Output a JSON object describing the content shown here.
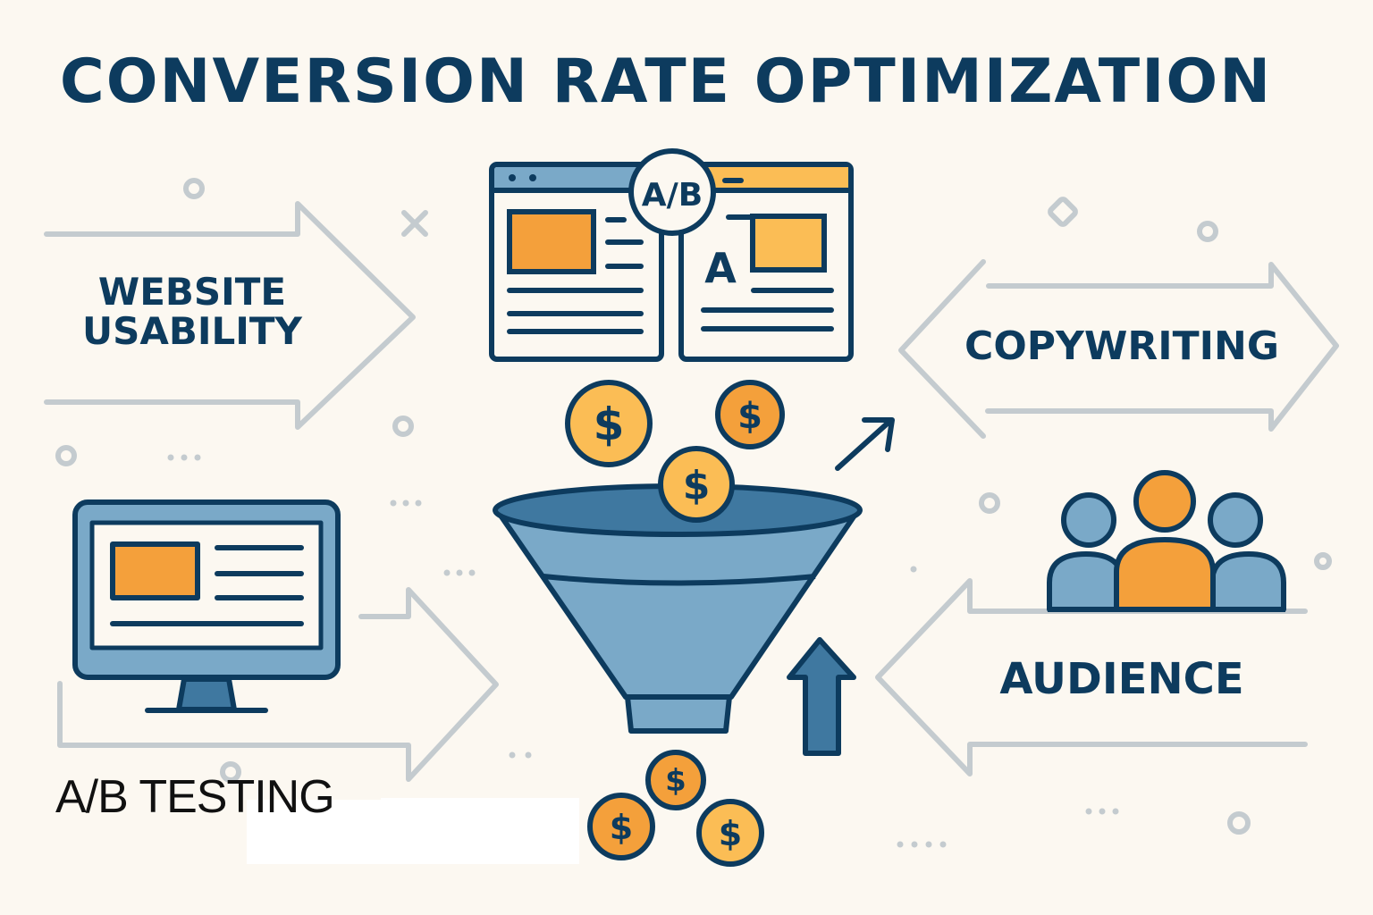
{
  "title": "CONVERSION RATE OPTIMIZATION",
  "sections": {
    "website_usability": {
      "line1": "WEBSITE",
      "line2": "USABILITY"
    },
    "copywriting": {
      "label": "COPYWRITING"
    },
    "audience": {
      "label": "AUDIENCE"
    },
    "ab_testing": {
      "label": "A/B TESTING"
    }
  },
  "ab_badge": "A/B",
  "variant_letter": "A",
  "coin_symbol": "$",
  "colors": {
    "navy": "#0d3b5e",
    "steel_blue": "#7aa9c8",
    "mid_blue": "#3f78a0",
    "orange": "#f4a03b",
    "yellow": "#fbbd55",
    "gray_line": "#c4cbcf",
    "background": "#fcf8f1"
  }
}
